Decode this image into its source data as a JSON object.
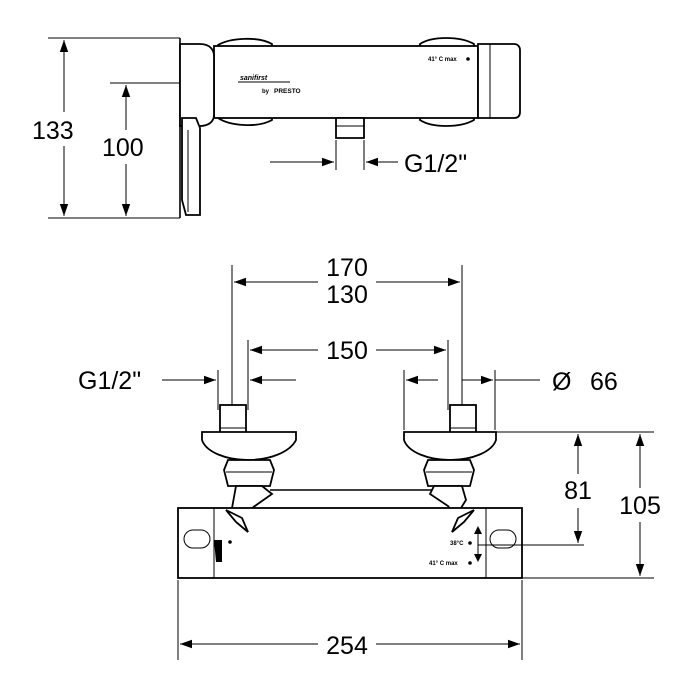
{
  "side_view": {
    "dim_overall_height": "133",
    "dim_outlet_height": "100",
    "dim_outlet_thread": "G1/2\"",
    "brand_name": "sanifirst",
    "brand_by": "by",
    "brand_maker": "PRESTO",
    "max_temp_label": "41° C max"
  },
  "front_view": {
    "dim_centers_max": "170",
    "dim_centers_min": "130",
    "dim_centers_nominal": "150",
    "dim_inlet_thread": "G1/2\"",
    "dim_escutcheon_prefix": "Ø",
    "dim_escutcheon_value": "66",
    "dim_axis_height": "81",
    "dim_total_depth": "105",
    "dim_body_length": "254",
    "set_temp_label": "38°C",
    "max_temp_label": "41° C max"
  }
}
